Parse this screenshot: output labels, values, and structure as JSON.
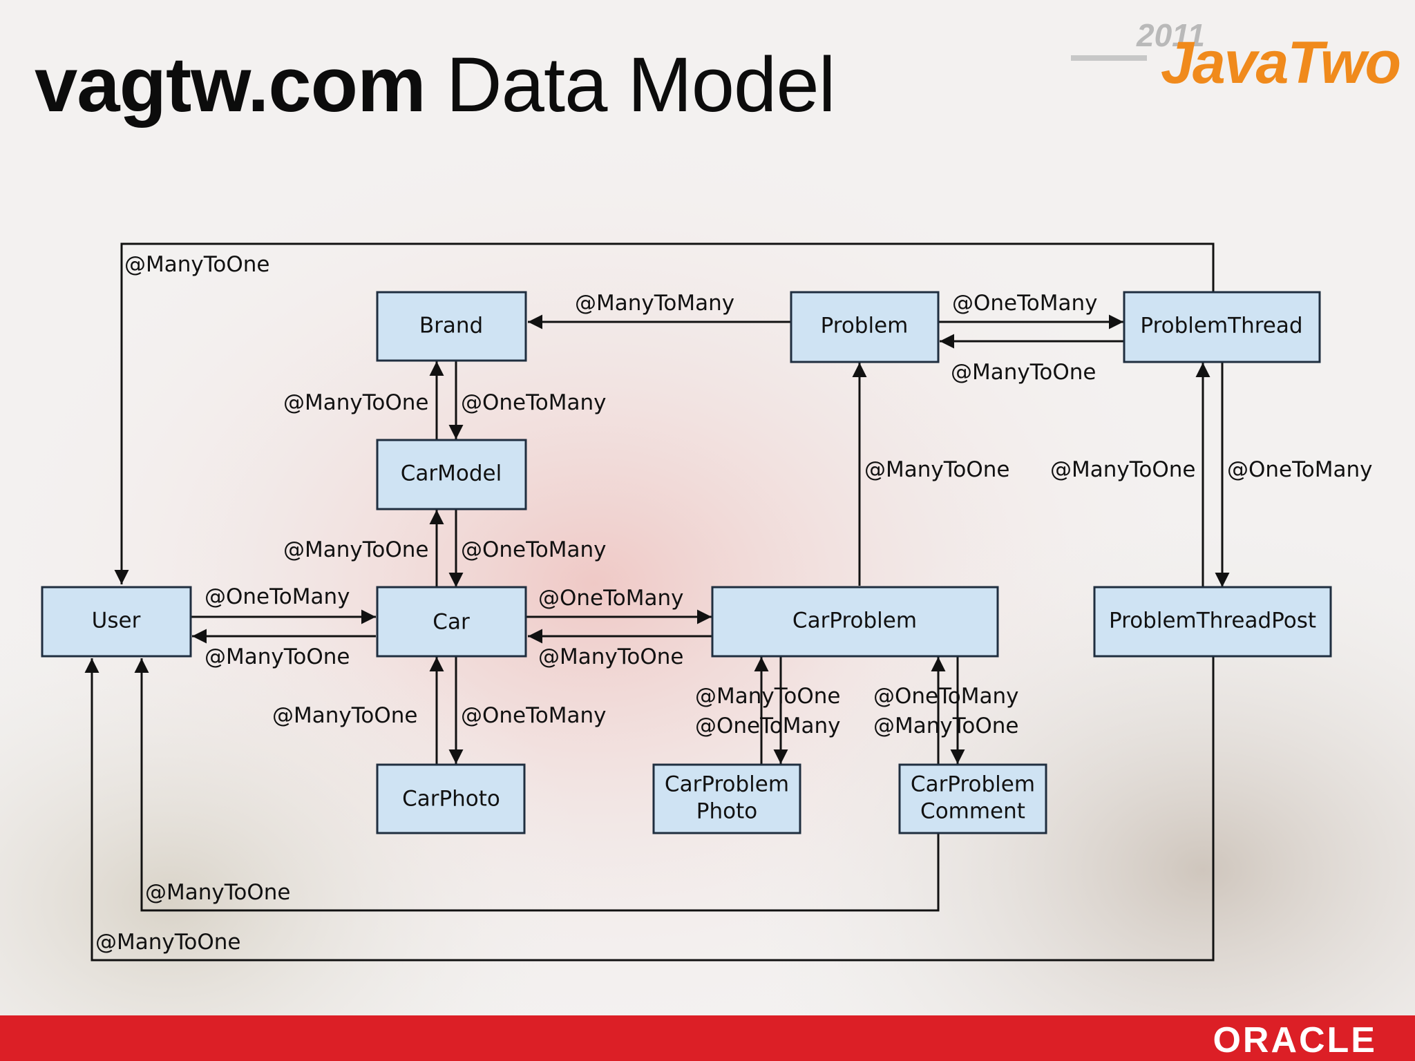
{
  "title": {
    "strong": "vagtw.com",
    "rest": " Data Model"
  },
  "logo": {
    "year": "2011",
    "brand": "JavaTwo"
  },
  "footer": {
    "brand": "ORACLE"
  },
  "colors": {
    "box_fill": "#cfe3f3",
    "box_stroke": "#1f2e3f",
    "footer_red": "#dc1f26",
    "logo_orange": "#f08a1c"
  },
  "entities": {
    "brand": "Brand",
    "problem": "Problem",
    "problem_thread": "ProblemThread",
    "car_model": "CarModel",
    "user": "User",
    "car": "Car",
    "car_problem": "CarProblem",
    "problem_thread_post": "ProblemThreadPost",
    "car_photo": "CarPhoto",
    "car_problem_photo": [
      "CarProblem",
      "Photo"
    ],
    "car_problem_comment": [
      "CarProblem",
      "Comment"
    ]
  },
  "relations": {
    "user_top": "@ManyToOne",
    "problem_brand": "@ManyToMany",
    "problem_thread_1": "@OneToMany",
    "problem_thread_2": "@ManyToOne",
    "brand_model_1": "@ManyToOne",
    "brand_model_2": "@OneToMany",
    "problem_carproblem": "@ManyToOne",
    "thread_post_1": "@ManyToOne",
    "thread_post_2": "@OneToMany",
    "model_car_1": "@ManyToOne",
    "model_car_2": "@OneToMany",
    "user_car_1": "@OneToMany",
    "user_car_2": "@ManyToOne",
    "car_carproblem_1": "@OneToMany",
    "car_carproblem_2": "@ManyToOne",
    "car_photo_1": "@ManyToOne",
    "car_photo_2": "@OneToMany",
    "cp_photo_1": "@ManyToOne",
    "cp_photo_2": "@OneToMany",
    "cp_comment_1": "@OneToMany",
    "cp_comment_2": "@ManyToOne",
    "comment_user": "@ManyToOne",
    "post_user": "@ManyToOne"
  }
}
